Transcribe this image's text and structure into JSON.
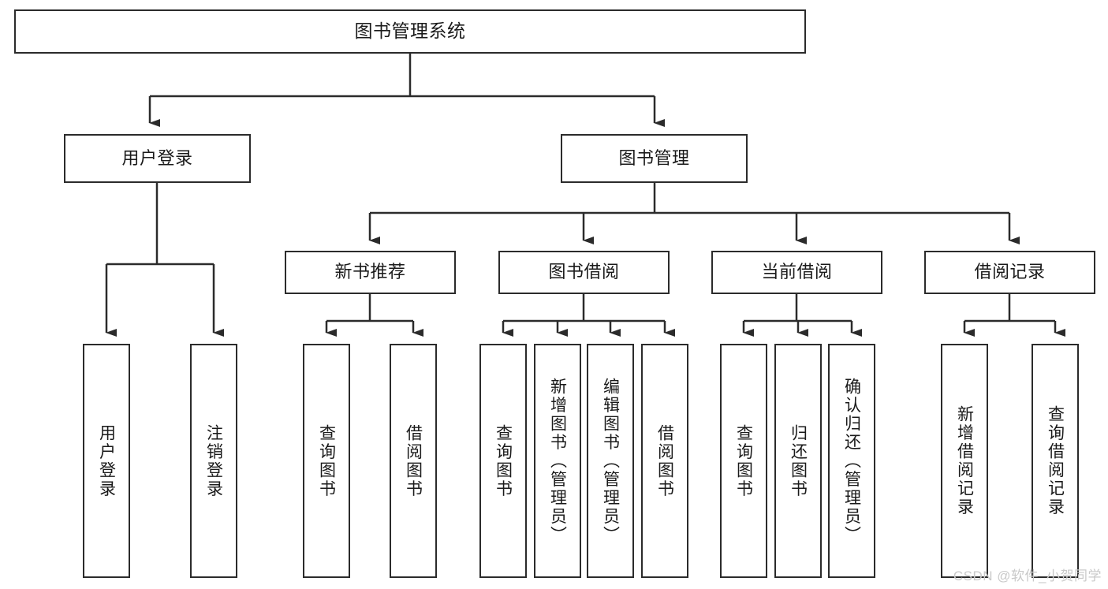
{
  "diagram": {
    "title": "图书管理系统",
    "type": "tree-hierarchy",
    "colors": {
      "stroke": "#2b2b2b",
      "fill": "#ffffff",
      "text": "#1a1a1a",
      "watermark": "#c9c9c9"
    },
    "nodes": {
      "root": {
        "label": "图书管理系统"
      },
      "level2": [
        {
          "label": "用户登录"
        },
        {
          "label": "图书管理"
        }
      ],
      "level3": [
        {
          "label": "新书推荐"
        },
        {
          "label": "图书借阅"
        },
        {
          "label": "当前借阅"
        },
        {
          "label": "借阅记录"
        }
      ],
      "leaves_user_login": [
        {
          "label": "用户登录"
        },
        {
          "label": "注销登录"
        }
      ],
      "leaves_new_book": [
        {
          "label": "查询图书"
        },
        {
          "label": "借阅图书"
        }
      ],
      "leaves_borrow": [
        {
          "label": "查询图书"
        },
        {
          "label": "新增图书（管理员）"
        },
        {
          "label": "编辑图书（管理员）"
        },
        {
          "label": "借阅图书"
        }
      ],
      "leaves_current": [
        {
          "label": "查询图书"
        },
        {
          "label": "归还图书"
        },
        {
          "label": "确认归还（管理员）"
        }
      ],
      "leaves_records": [
        {
          "label": "新增借阅记录"
        },
        {
          "label": "查询借阅记录"
        }
      ]
    },
    "watermark": "CSDN @软件_小贺同学"
  }
}
